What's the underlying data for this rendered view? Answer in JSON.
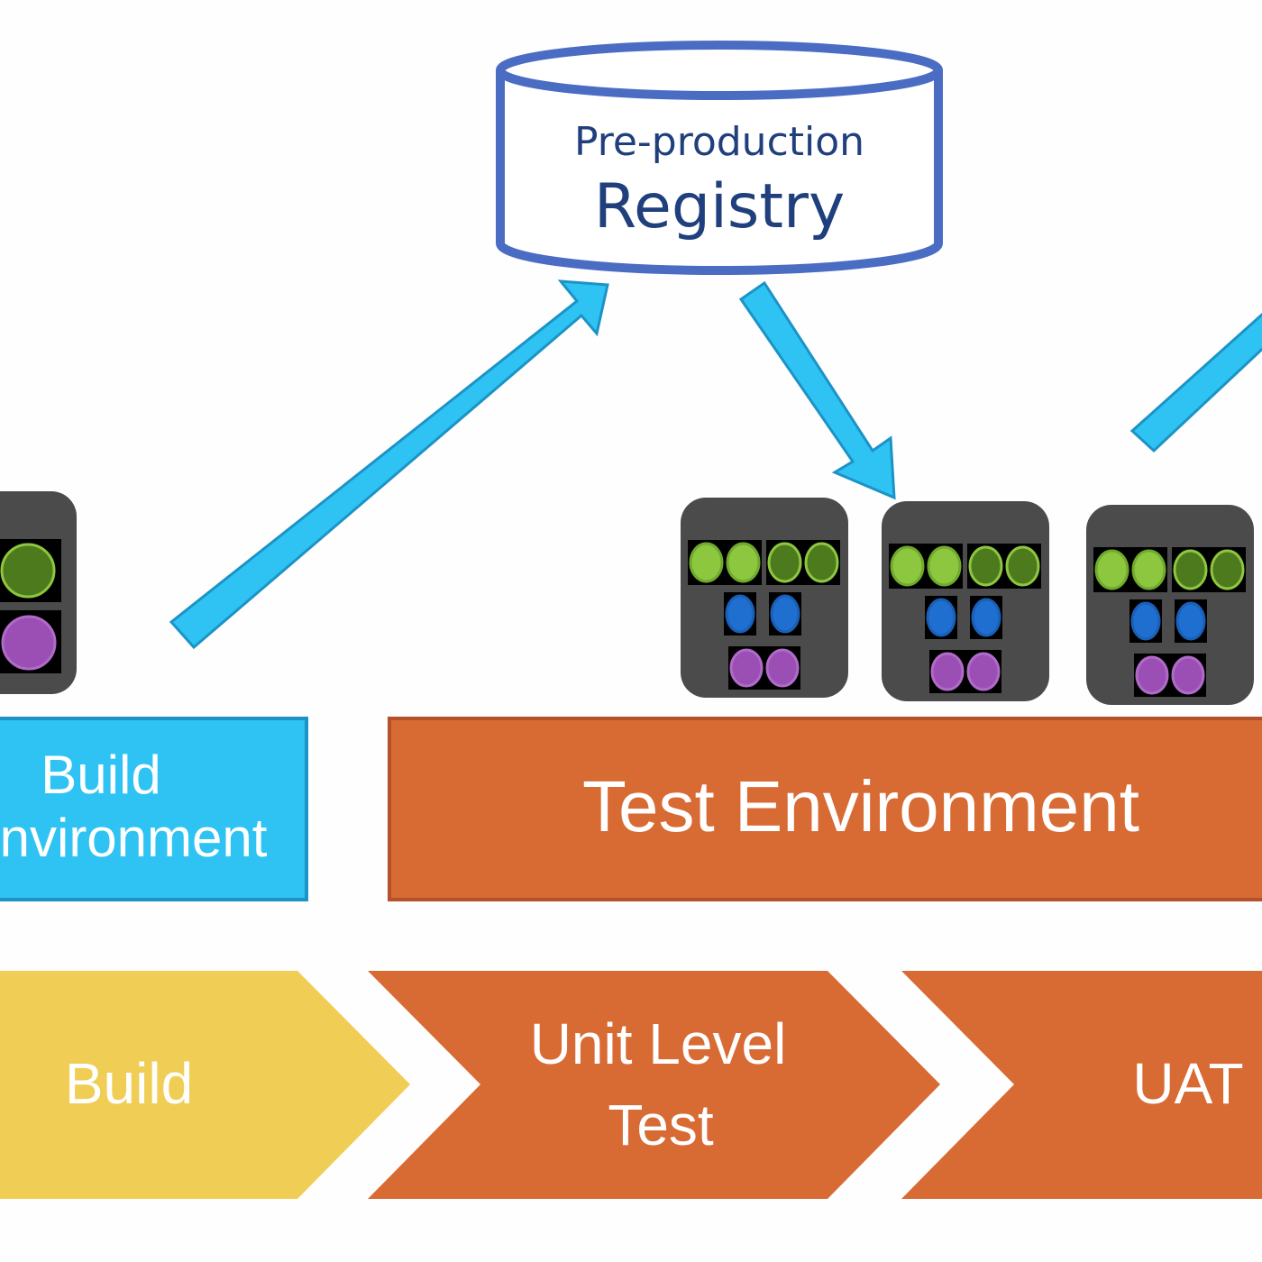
{
  "registry": {
    "line1": "Pre-production",
    "line2": "Registry"
  },
  "environments": {
    "build": {
      "line1": "Build",
      "line2": "Environment"
    },
    "test": {
      "label": "Test Environment"
    }
  },
  "stages": [
    {
      "lines": [
        "Build"
      ]
    },
    {
      "lines": [
        "Unit Level",
        "Test"
      ]
    },
    {
      "lines": [
        "UAT"
      ]
    }
  ],
  "colors": {
    "registry_stroke": "#4a6cc3",
    "registry_text": "#1f3f7d",
    "arrow_fill": "#2fc3f4",
    "arrow_stroke": "#1c93c6",
    "build_env": "#2fc3f4",
    "test_env": "#d86a34",
    "build_stage": "#f0cd55",
    "test_stage": "#d86a34",
    "container_host": "#4b4b4b",
    "green_light": "#8dc63f",
    "green_dark": "#4e7a1e",
    "blue": "#1f6fd0",
    "purple": "#9b4fb5"
  }
}
